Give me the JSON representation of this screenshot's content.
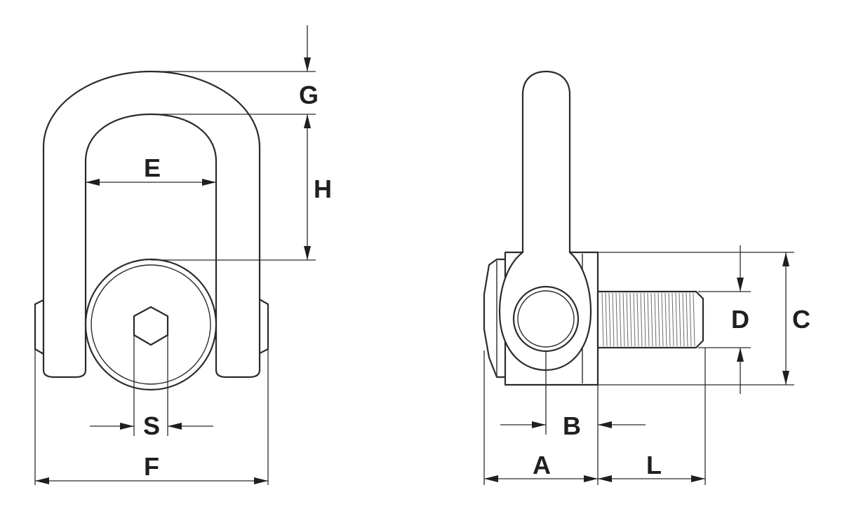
{
  "front_view": {
    "labels": {
      "G": "G",
      "H": "H",
      "E": "E",
      "S": "S",
      "F": "F"
    }
  },
  "side_view": {
    "labels": {
      "D": "D",
      "C": "C",
      "B": "B",
      "A": "A",
      "L": "L"
    }
  },
  "colors": {
    "line": "#2b2b2b",
    "background": "#ffffff"
  }
}
